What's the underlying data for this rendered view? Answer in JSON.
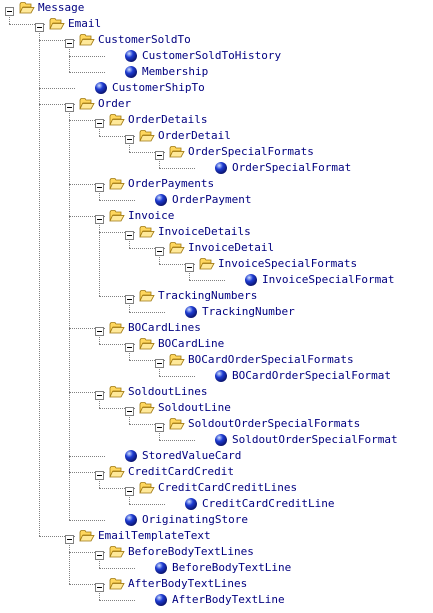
{
  "colors": {
    "label": "#000080",
    "line": "#808080",
    "folder": "#ffd75e",
    "leaf": "#1e3cd2"
  },
  "icons": {
    "folder": "folder-open-icon",
    "leaf": "blue-sphere-icon",
    "expander": "minus-box-icon"
  },
  "tree": {
    "label": "Message",
    "children": [
      {
        "label": "Email",
        "children": [
          {
            "label": "CustomerSoldTo",
            "children": [
              {
                "label": "CustomerSoldToHistory"
              },
              {
                "label": "Membership"
              }
            ]
          },
          {
            "label": "CustomerShipTo"
          },
          {
            "label": "Order",
            "children": [
              {
                "label": "OrderDetails",
                "children": [
                  {
                    "label": "OrderDetail",
                    "children": [
                      {
                        "label": "OrderSpecialFormats",
                        "children": [
                          {
                            "label": "OrderSpecialFormat"
                          }
                        ]
                      }
                    ]
                  }
                ]
              },
              {
                "label": "OrderPayments",
                "children": [
                  {
                    "label": "OrderPayment"
                  }
                ]
              },
              {
                "label": "Invoice",
                "children": [
                  {
                    "label": "InvoiceDetails",
                    "children": [
                      {
                        "label": "InvoiceDetail",
                        "children": [
                          {
                            "label": "InvoiceSpecialFormats",
                            "children": [
                              {
                                "label": "InvoiceSpecialFormat"
                              }
                            ]
                          }
                        ]
                      }
                    ]
                  },
                  {
                    "label": "TrackingNumbers",
                    "children": [
                      {
                        "label": "TrackingNumber"
                      }
                    ]
                  }
                ]
              },
              {
                "label": "BOCardLines",
                "children": [
                  {
                    "label": "BOCardLine",
                    "children": [
                      {
                        "label": "BOCardOrderSpecialFormats",
                        "children": [
                          {
                            "label": "BOCardOrderSpecialFormat"
                          }
                        ]
                      }
                    ]
                  }
                ]
              },
              {
                "label": "SoldoutLines",
                "children": [
                  {
                    "label": "SoldoutLine",
                    "children": [
                      {
                        "label": "SoldoutOrderSpecialFormats",
                        "children": [
                          {
                            "label": "SoldoutOrderSpecialFormat"
                          }
                        ]
                      }
                    ]
                  }
                ]
              },
              {
                "label": "StoredValueCard"
              },
              {
                "label": "CreditCardCredit",
                "children": [
                  {
                    "label": "CreditCardCreditLines",
                    "children": [
                      {
                        "label": "CreditCardCreditLine"
                      }
                    ]
                  }
                ]
              },
              {
                "label": "OriginatingStore"
              }
            ]
          },
          {
            "label": "EmailTemplateText",
            "children": [
              {
                "label": "BeforeBodyTextLines",
                "children": [
                  {
                    "label": "BeforeBodyTextLine"
                  }
                ]
              },
              {
                "label": "AfterBodyTextLines",
                "children": [
                  {
                    "label": "AfterBodyTextLine"
                  }
                ]
              }
            ]
          }
        ]
      }
    ]
  }
}
